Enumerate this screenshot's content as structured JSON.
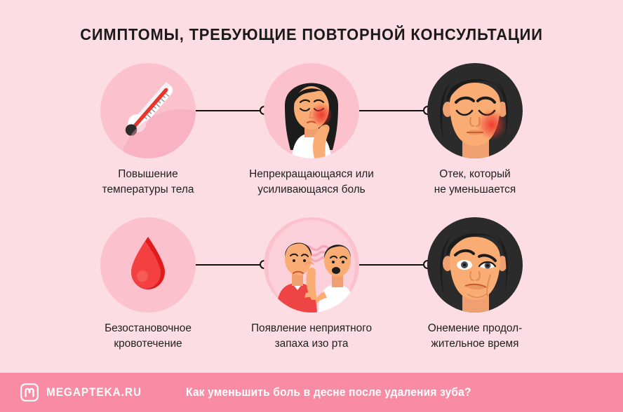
{
  "page": {
    "title": "СИМПТОМЫ, ТРЕБУЮЩИЕ ПОВТОРНОЙ КОНСУЛЬТАЦИИ",
    "background_color": "#FCDDE3",
    "circle_color": "#FBC2CE",
    "dark_circle_color": "#2B2B2B",
    "accent_color": "#F98CA4",
    "text_color": "#1F1F1F"
  },
  "items": [
    {
      "icon": "thermometer-icon",
      "caption_line1": "Повышение",
      "caption_line2": "температуры тела"
    },
    {
      "icon": "woman-holding-cheek-pain-icon",
      "caption_line1": "Непрекращающаяся или",
      "caption_line2": "усиливающаяся боль"
    },
    {
      "icon": "swollen-face-icon",
      "caption_line1": "Отек, который",
      "caption_line2": "не уменьшается"
    },
    {
      "icon": "blood-drop-icon",
      "caption_line1": "Безостановочное",
      "caption_line2": "кровотечение"
    },
    {
      "icon": "bad-breath-two-men-icon",
      "caption_line1": "Появление неприятного",
      "caption_line2": "запаха изо рта"
    },
    {
      "icon": "numb-face-icon",
      "caption_line1": "Онемение продол-",
      "caption_line2": "жительное время"
    }
  ],
  "footer": {
    "logo_icon": "megapteka-m-logo-icon",
    "logo_text": "MEGAPTEKA.RU",
    "article_title": "Как уменьшить боль в десне после удаления зуба?"
  }
}
